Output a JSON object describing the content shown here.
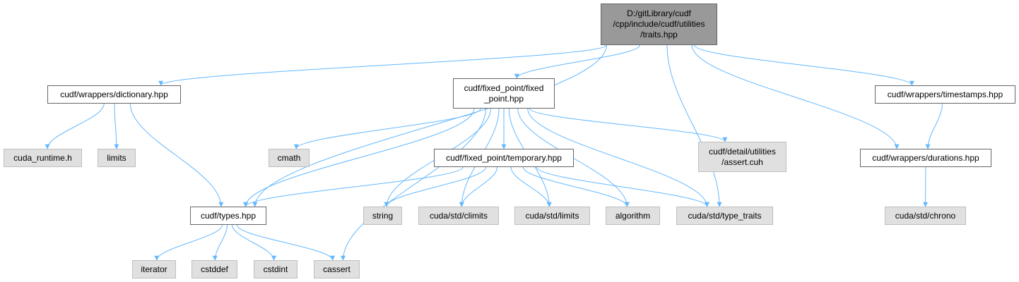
{
  "edge_color": "#63b8ff",
  "nodes": {
    "root": {
      "lines": [
        "D:/gitLibrary/cudf",
        "/cpp/include/cudf/utilities",
        "/traits.hpp"
      ]
    },
    "dictionary": {
      "lines": [
        "cudf/wrappers/dictionary.hpp"
      ]
    },
    "fixed_point": {
      "lines": [
        "cudf/fixed_point/fixed",
        "_point.hpp"
      ]
    },
    "timestamps": {
      "lines": [
        "cudf/wrappers/timestamps.hpp"
      ]
    },
    "cuda_runtime": {
      "lines": [
        "cuda_runtime.h"
      ]
    },
    "limits": {
      "lines": [
        "limits"
      ]
    },
    "cmath": {
      "lines": [
        "cmath"
      ]
    },
    "temporary": {
      "lines": [
        "cudf/fixed_point/temporary.hpp"
      ]
    },
    "assert_cuh": {
      "lines": [
        "cudf/detail/utilities",
        "/assert.cuh"
      ]
    },
    "durations": {
      "lines": [
        "cudf/wrappers/durations.hpp"
      ]
    },
    "types": {
      "lines": [
        "cudf/types.hpp"
      ]
    },
    "string": {
      "lines": [
        "string"
      ]
    },
    "climits": {
      "lines": [
        "cuda/std/climits"
      ]
    },
    "std_limits": {
      "lines": [
        "cuda/std/limits"
      ]
    },
    "algorithm": {
      "lines": [
        "algorithm"
      ]
    },
    "type_traits": {
      "lines": [
        "cuda/std/type_traits"
      ]
    },
    "chrono": {
      "lines": [
        "cuda/std/chrono"
      ]
    },
    "iterator": {
      "lines": [
        "iterator"
      ]
    },
    "cstddef": {
      "lines": [
        "cstddef"
      ]
    },
    "cstdint": {
      "lines": [
        "cstdint"
      ]
    },
    "cassert": {
      "lines": [
        "cassert"
      ]
    }
  },
  "edges": [
    [
      "root",
      "dictionary"
    ],
    [
      "root",
      "types"
    ],
    [
      "root",
      "fixed_point"
    ],
    [
      "root",
      "type_traits"
    ],
    [
      "root",
      "timestamps"
    ],
    [
      "root",
      "durations"
    ],
    [
      "dictionary",
      "cuda_runtime"
    ],
    [
      "dictionary",
      "limits"
    ],
    [
      "dictionary",
      "types"
    ],
    [
      "fixed_point",
      "types"
    ],
    [
      "fixed_point",
      "cmath"
    ],
    [
      "fixed_point",
      "temporary"
    ],
    [
      "fixed_point",
      "assert_cuh"
    ],
    [
      "fixed_point",
      "string"
    ],
    [
      "fixed_point",
      "climits"
    ],
    [
      "fixed_point",
      "std_limits"
    ],
    [
      "fixed_point",
      "algorithm"
    ],
    [
      "fixed_point",
      "type_traits"
    ],
    [
      "fixed_point",
      "cassert"
    ],
    [
      "temporary",
      "types"
    ],
    [
      "temporary",
      "string"
    ],
    [
      "temporary",
      "climits"
    ],
    [
      "temporary",
      "std_limits"
    ],
    [
      "temporary",
      "algorithm"
    ],
    [
      "temporary",
      "type_traits"
    ],
    [
      "timestamps",
      "durations"
    ],
    [
      "durations",
      "chrono"
    ],
    [
      "types",
      "iterator"
    ],
    [
      "types",
      "cstddef"
    ],
    [
      "types",
      "cstdint"
    ],
    [
      "types",
      "cassert"
    ]
  ]
}
